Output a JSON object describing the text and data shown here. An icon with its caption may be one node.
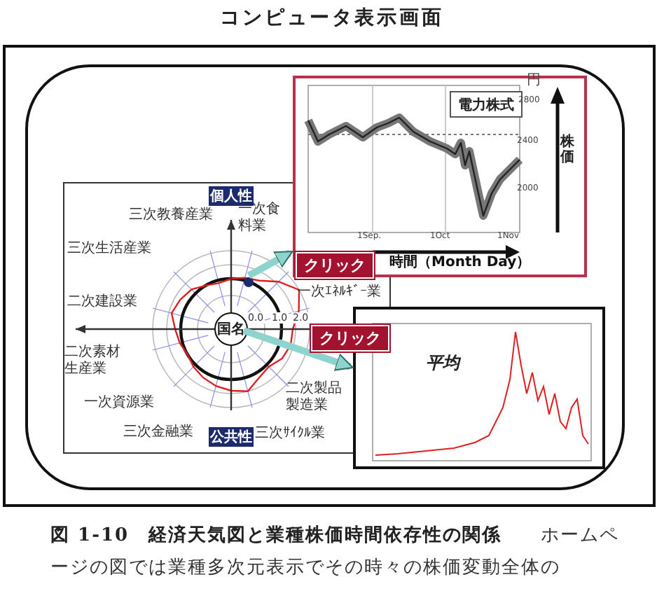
{
  "diagram": {
    "title": "コンピュータ表示画面",
    "caption": "**図 1-10　経済天気図と業種株価時間依存性の関係**　　ホームページの図では業種多次元表示でその時々の株価変動全体の",
    "nodes": [
      {
        "text": [],
        "shape": "box"
      },
      {
        "text": [],
        "shape": "box",
        "in": 0
      },
      {
        "text": [
          "電力株式"
        ],
        "in": 1
      },
      {
        "text": [],
        "shape": "box",
        "in": 0
      },
      {
        "text": [
          "個人性"
        ],
        "in": 3
      },
      {
        "text": [],
        "shape": "circle",
        "in": 3
      },
      {
        "text": [
          "国名"
        ],
        "in": 3
      },
      {
        "text": [
          "公共性"
        ],
        "in": 3
      },
      {
        "text": [
          "平均"
        ],
        "in": 0
      }
    ],
    "edges": [
      {
        "from": 5,
        "to": 1,
        "arrow": "to",
        "label": "クリック"
      },
      {
        "from": 6,
        "to": 8,
        "arrow": "to",
        "label": "クリック"
      }
    ],
    "labels": [
      "円",
      "2800",
      "2400",
      "2000",
      "1Sep.",
      "1Oct",
      "1Nov",
      "時間（Month Day）",
      "株価",
      "三次教養産業",
      "一次食料業",
      "三次生活産業",
      "二次建設業",
      "0.0",
      "1.0",
      "2.0",
      "一次ｴﾈﾙｷﾞｰ業",
      "二次素材生産業",
      "二次製品製造業",
      "一次資源業",
      "三次金融業",
      "三次ｻｲｸﾙ業"
    ]
  }
}
